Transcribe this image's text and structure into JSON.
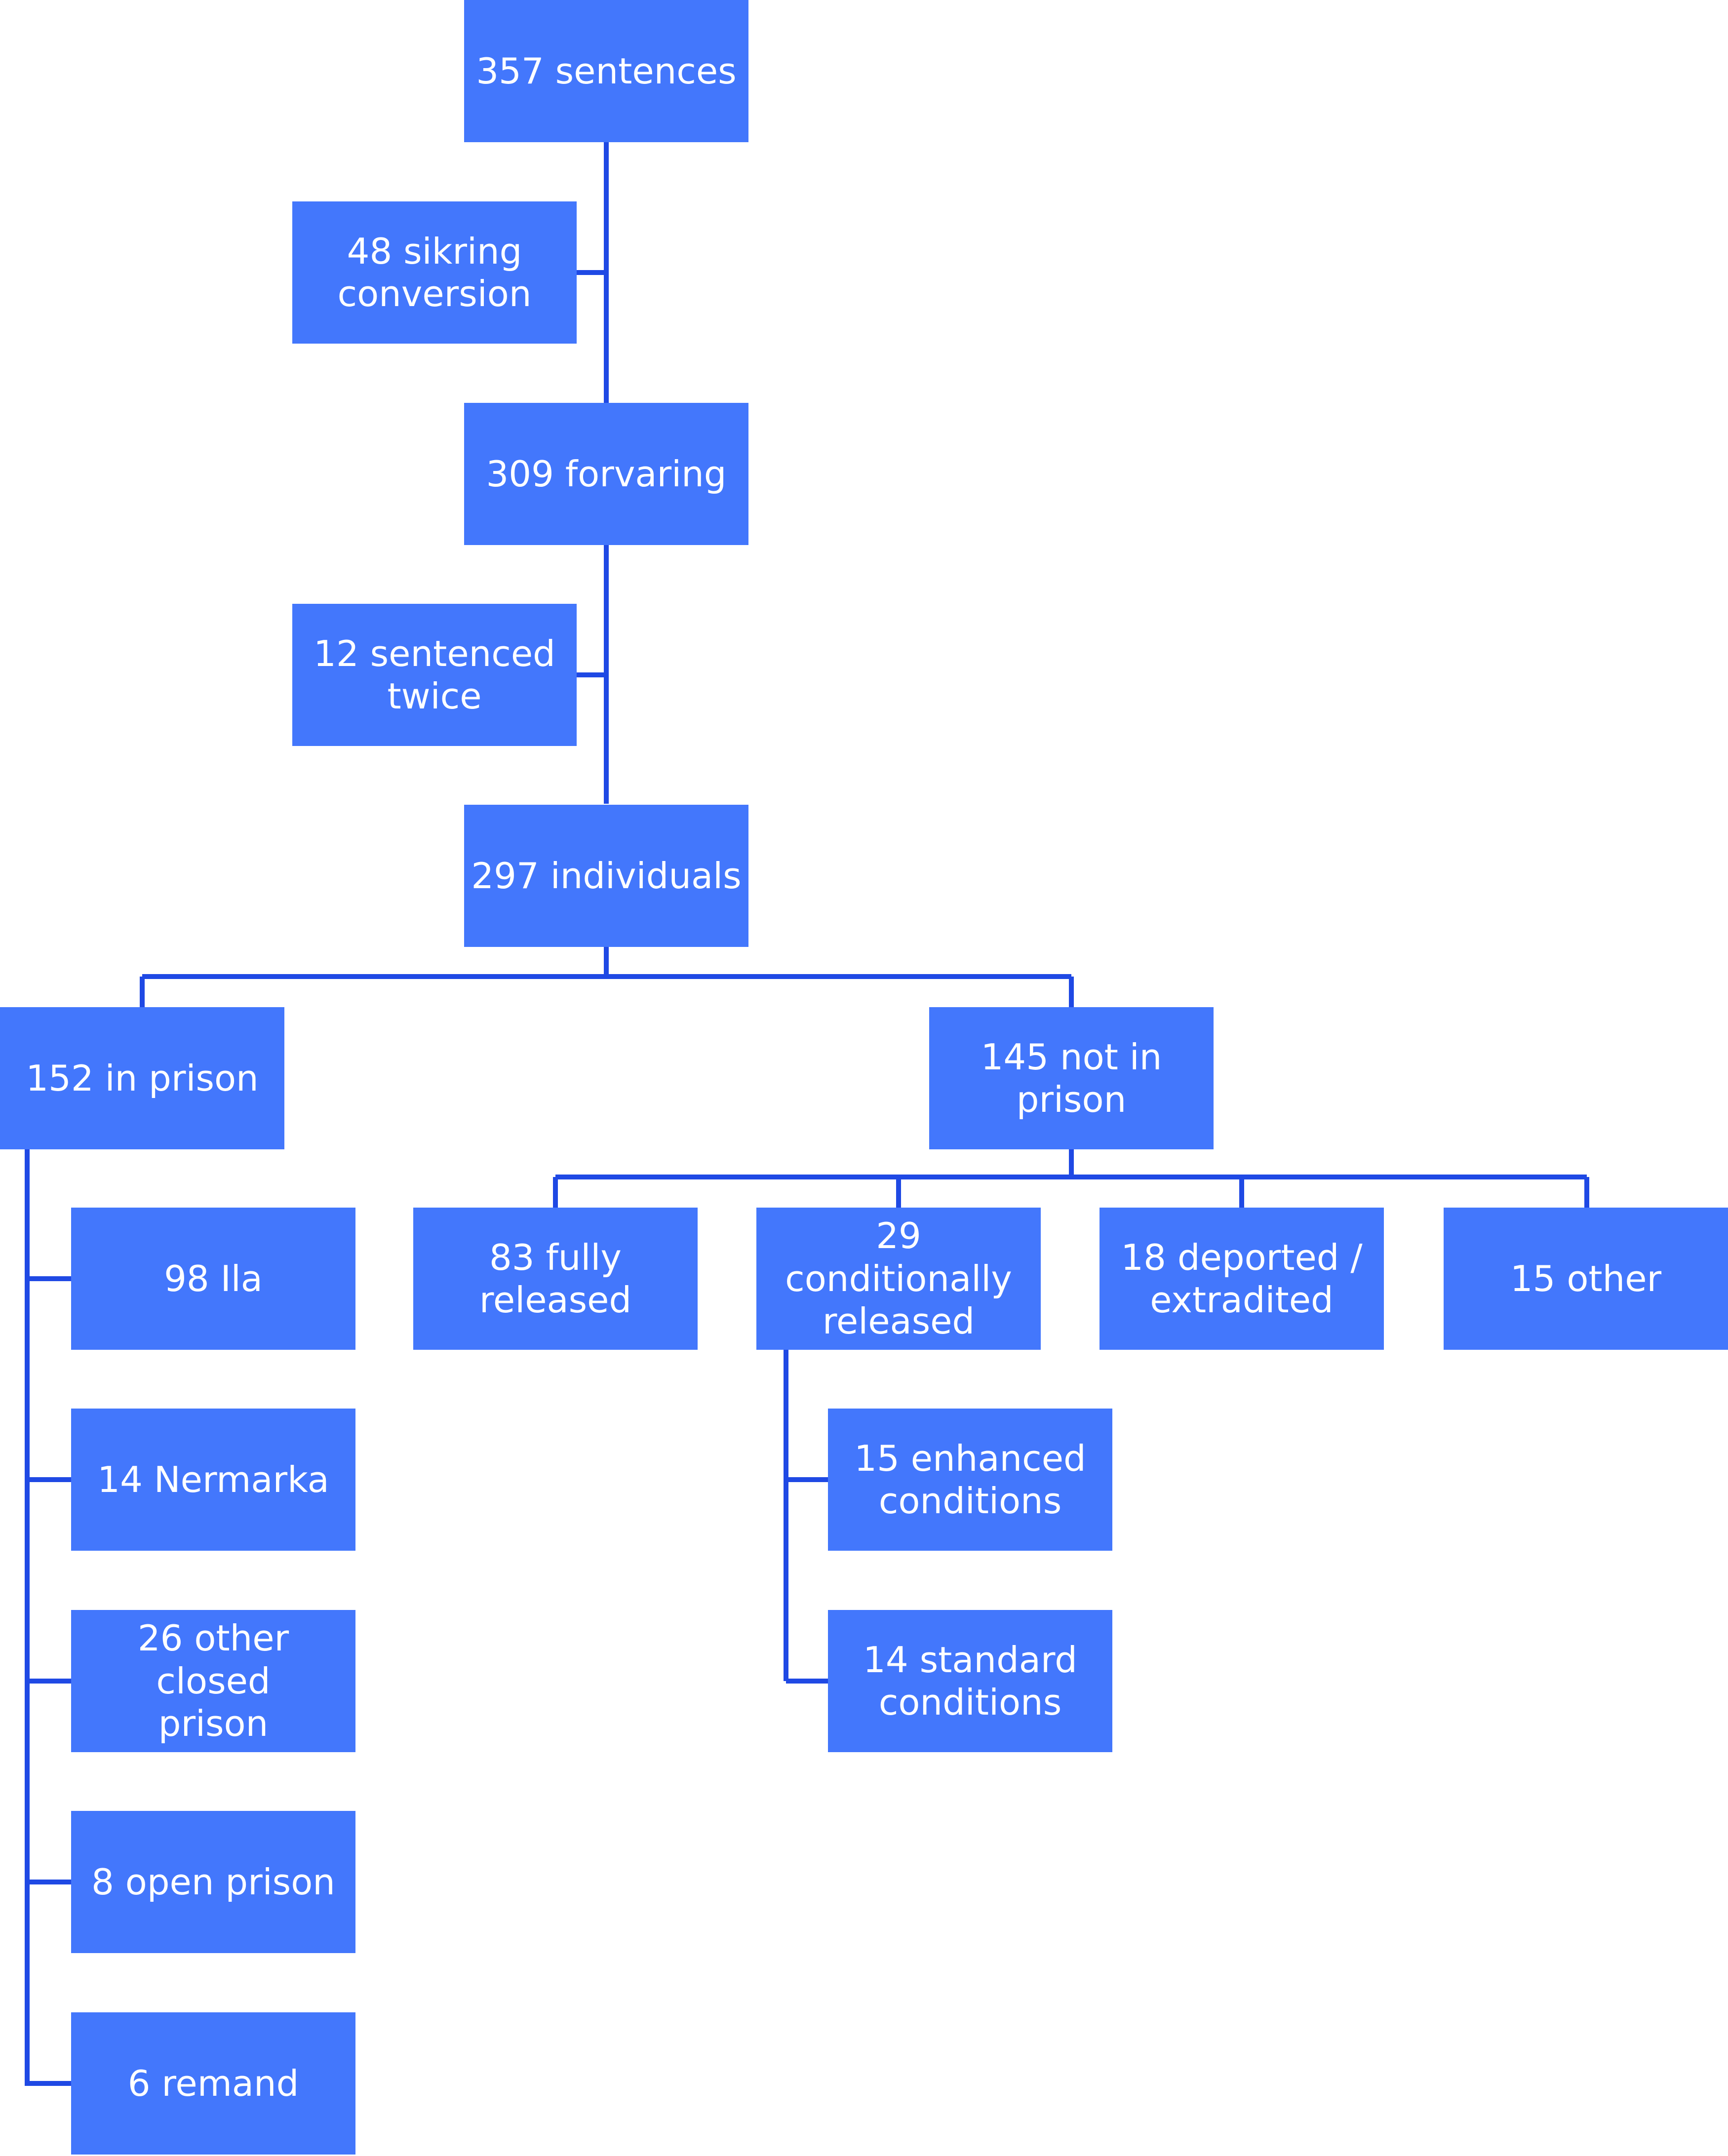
{
  "colors": {
    "box": "#4377fc",
    "line": "#1f49e4",
    "text": "#ffffff"
  },
  "nodes": {
    "n357": "357 sentences",
    "n48": "48 sikring\nconversion",
    "n309": "309 forvaring",
    "n12": "12 sentenced\ntwice",
    "n297": "297 individuals",
    "n152": "152 in prison",
    "n145": "145 not in prison",
    "n98": "98 Ila",
    "n14n": "14 Nermarka",
    "n26": "26 other closed\nprison",
    "n8": "8 open prison",
    "n6": "6 remand",
    "n83": "83 fully released",
    "n29": "29 conditionally\nreleased",
    "n18": "18 deported /\nextradited",
    "n15o": "15 other",
    "n15e": "15 enhanced\nconditions",
    "n14s": "14 standard\nconditions"
  }
}
